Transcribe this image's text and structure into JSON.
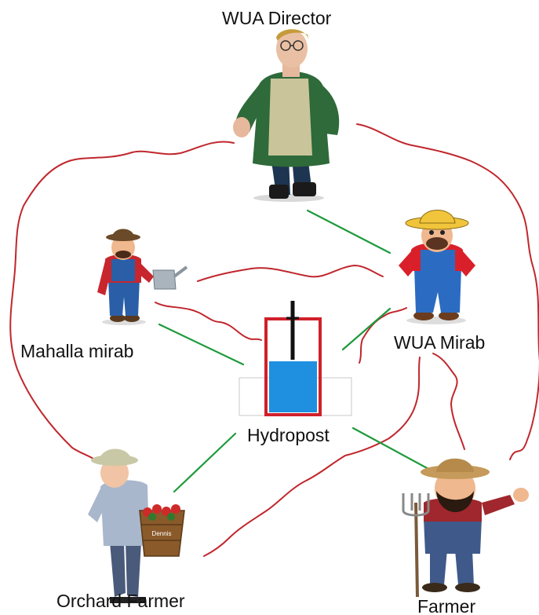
{
  "nodes": {
    "wua_director": {
      "label": "WUA Director"
    },
    "wua_mirab": {
      "label": "WUA Mirab"
    },
    "mahalla_mirab": {
      "label": "Mahalla mirab"
    },
    "hydropost": {
      "label": "Hydropost"
    },
    "orchard_farmer": {
      "label": "Orchard Farmer"
    },
    "farmer": {
      "label": "Farmer"
    }
  },
  "illustration_text": {
    "basket_tag": "Dennis"
  },
  "colors": {
    "informal_link": "#c0272d",
    "formal_link": "#1e9a3c",
    "hydropost_frame": "#d0202a",
    "hydropost_water": "#1f8fe0"
  }
}
